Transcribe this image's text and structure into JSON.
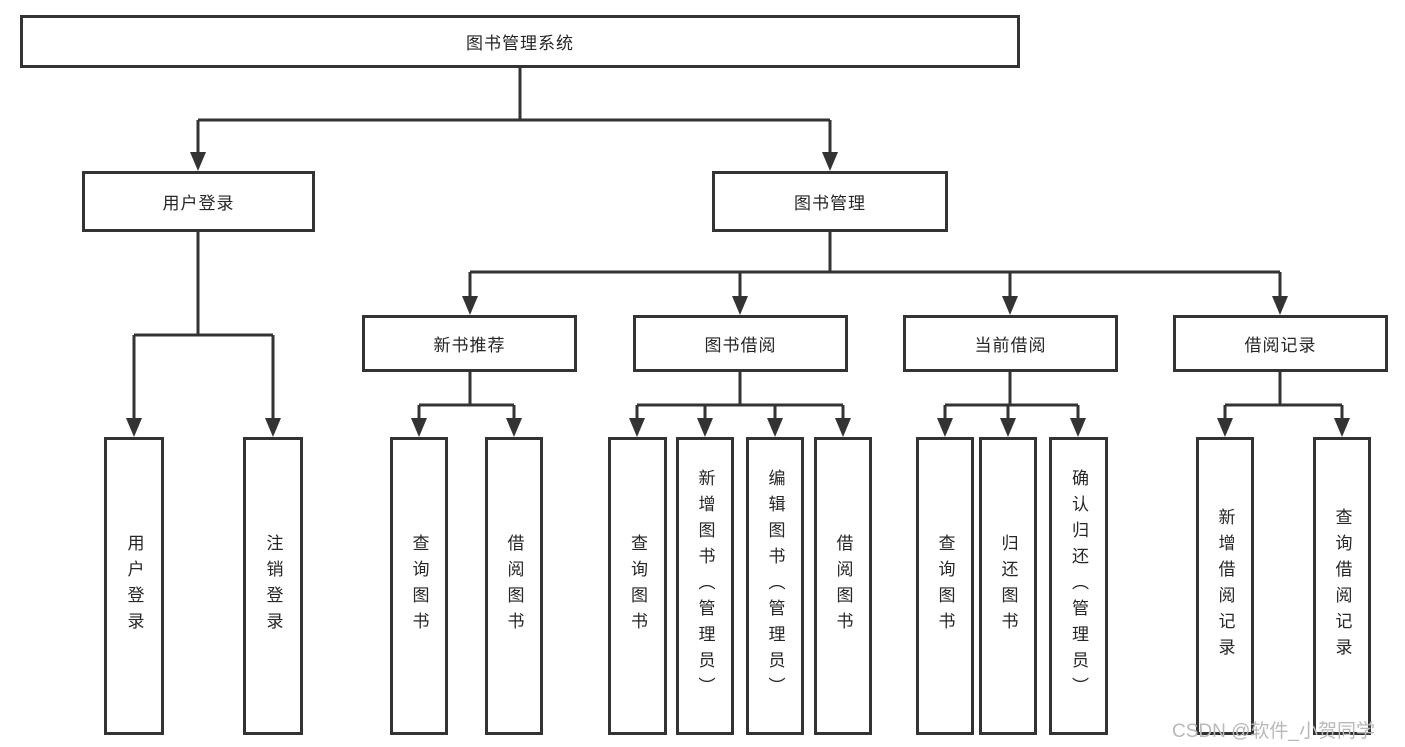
{
  "diagram": {
    "root": {
      "label": "图书管理系统"
    },
    "branches": {
      "user_login": {
        "label": "用户登录"
      },
      "book_management": {
        "label": "图书管理"
      }
    },
    "modules": {
      "new_book_recommend": {
        "label": "新书推荐"
      },
      "book_borrow": {
        "label": "图书借阅"
      },
      "current_borrow": {
        "label": "当前借阅"
      },
      "borrow_record": {
        "label": "借阅记录"
      }
    },
    "leaves": {
      "user_login_login": {
        "label": "用户登录"
      },
      "user_login_logout": {
        "label": "注销登录"
      },
      "recommend_query_books": {
        "label": "查询图书"
      },
      "recommend_borrow_books": {
        "label": "借阅图书"
      },
      "borrow_query_books": {
        "label": "查询图书"
      },
      "borrow_add_books": {
        "label": "新增图书（管理员）"
      },
      "borrow_edit_books": {
        "label": "编辑图书（管理员）"
      },
      "borrow_borrow_books": {
        "label": "借阅图书"
      },
      "current_query_books": {
        "label": "查询图书"
      },
      "current_return_books": {
        "label": "归还图书"
      },
      "current_confirm_return": {
        "label": "确认归还（管理员）"
      },
      "record_add_record": {
        "label": "新增借阅记录"
      },
      "record_query_record": {
        "label": "查询借阅记录"
      }
    }
  },
  "watermark": {
    "text": "CSDN @软件_小贺同学"
  },
  "colors": {
    "line": "#333333",
    "text": "#262626",
    "watermark": "#b9b9b9",
    "background": "#ffffff"
  }
}
